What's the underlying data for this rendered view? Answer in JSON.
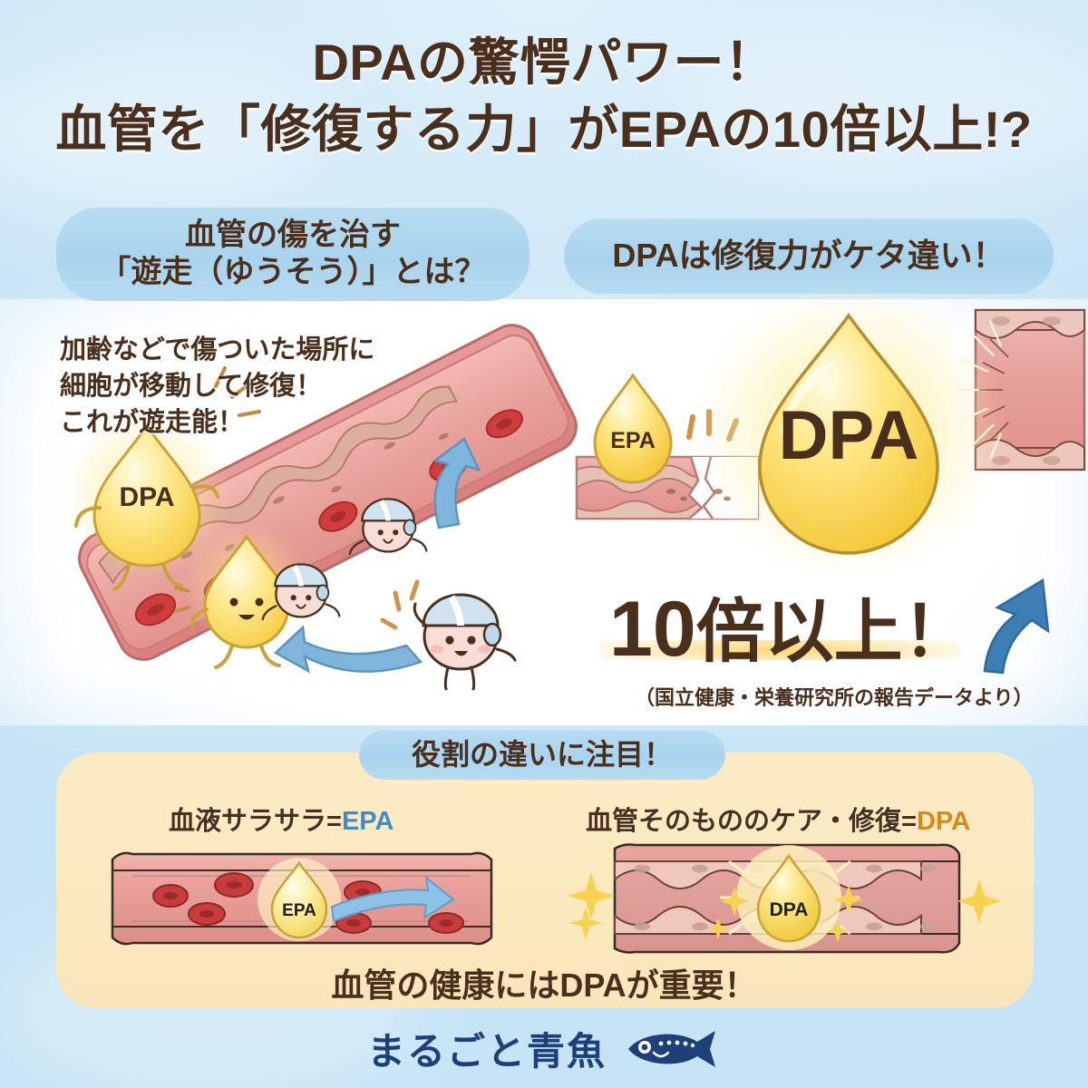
{
  "page": {
    "background_top": "#cfe8f6",
    "card_cream": "#fbe9c0",
    "pill_blue": "#aed6ef",
    "text_brown": "#4a2f1c",
    "accent_yellow": "#fad66e",
    "epa_blue": "#3f8dc4",
    "dpa_orange": "#d98a14",
    "brand_navy": "#1f3f7a"
  },
  "title": {
    "line1": "DPAの驚愕パワー！",
    "line2_a": "血管を",
    "line2_hl1": "「修復する力」",
    "line2_b": "がEPAの",
    "line2_hl2": "10倍",
    "line2_c": "以上!?"
  },
  "sections": {
    "left_heading_line1": "血管の傷を治す",
    "left_heading_line2": "「遊走（ゆうそう）」とは？",
    "right_heading": "DPAは修復力がケタ違い！",
    "bottom_heading": "役割の違いに注目！"
  },
  "left_panel": {
    "desc_line1": "加齢などで傷ついた場所に",
    "desc_line2": "細胞が移動して修復！",
    "desc_line3_plain": "これが",
    "desc_line3_mark": "遊走能！",
    "drop_label_big": "DPA",
    "vessel_label": "blood-vessel-illustration",
    "cell_character_label": "helmet-cell-character"
  },
  "right_panel": {
    "small_drop_label": "EPA",
    "big_drop_label": "DPA",
    "multiplier_number": "10",
    "multiplier_suffix": "倍以上！",
    "citation": "（国立健康・栄養研究所の報告データより）"
  },
  "bottom_panel": {
    "caption_left_text": "血液サラサラ=",
    "caption_left_accent": "EPA",
    "caption_right_text": "血管そのもののケア・修復=",
    "caption_right_accent": "DPA",
    "vessel_left_drop": "EPA",
    "vessel_right_drop": "DPA",
    "conclusion": "血管の健康にはDPAが重要！"
  },
  "footer": {
    "brand": "まるごと青魚",
    "icon": "fish-icon"
  }
}
